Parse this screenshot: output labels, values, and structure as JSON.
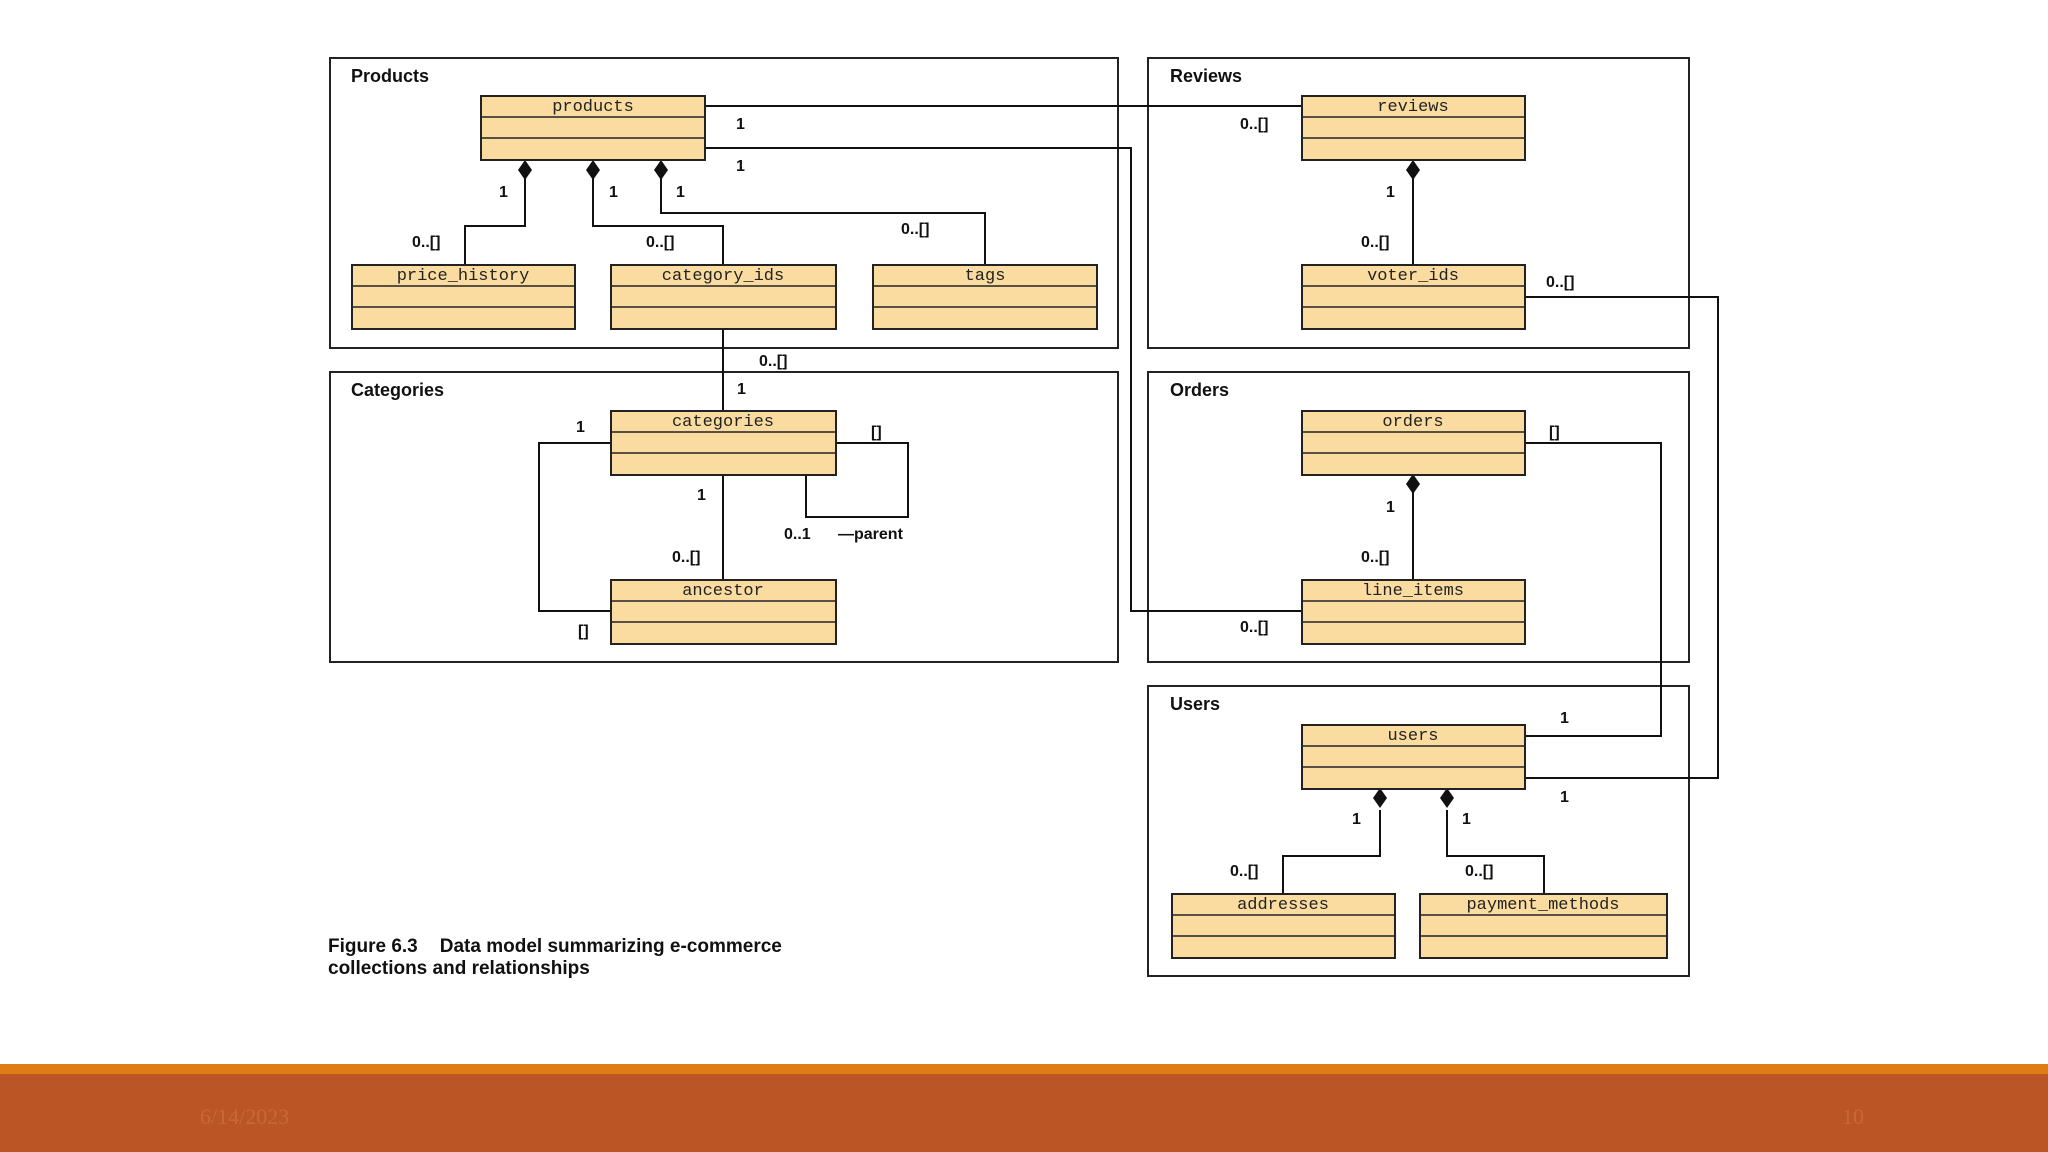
{
  "packages": {
    "products": "Products",
    "reviews": "Reviews",
    "categories": "Categories",
    "orders": "Orders",
    "users": "Users"
  },
  "classes": {
    "products": "products",
    "price_history": "price_history",
    "category_ids": "category_ids",
    "tags": "tags",
    "reviews": "reviews",
    "voter_ids": "voter_ids",
    "categories": "categories",
    "ancestor": "ancestor",
    "orders": "orders",
    "line_items": "line_items",
    "users": "users",
    "addresses": "addresses",
    "payment_methods": "payment_methods"
  },
  "multiplicities": {
    "products_reviews_one": "1",
    "products_reviews_many": "0..[]",
    "products_lineitems_one": "1",
    "products_lineitems_many": "0..[]",
    "products_pricehistory_one": "1",
    "products_pricehistory_many": "0..[]",
    "products_categoryids_one": "1",
    "products_categoryids_many": "0..[]",
    "products_tags_one": "1",
    "products_tags_many": "0..[]",
    "reviews_voterids_one": "1",
    "reviews_voterids_many": "0..[]",
    "voterids_users_many": "0..[]",
    "voterids_users_one": "1",
    "categoryids_categories_many": "0..[]",
    "categoryids_categories_one": "1",
    "categories_ancestor_one": "1",
    "categories_ancestor_many": "0..[]",
    "categories_self_many": "[]",
    "categories_self_parent": "0..1",
    "parent_role": "—parent",
    "categories_ancestor_loop_one": "1",
    "categories_ancestor_loop_many": "[]",
    "orders_lineitems_one": "1",
    "orders_lineitems_many": "0..[]",
    "orders_users_many": "[]",
    "orders_users_one": "1",
    "users_addresses_one": "1",
    "users_addresses_many": "0..[]",
    "users_payment_one": "1",
    "users_payment_many": "0..[]"
  },
  "caption": {
    "figure_number": "Figure 6.3",
    "line1": "Data model summarizing e-commerce",
    "line2": "collections and relationships"
  },
  "footer": {
    "date": "6/14/2023",
    "page": "10"
  },
  "colors": {
    "class_fill": "#fbdca0",
    "footer_bar": "#bb5525",
    "footer_rule": "#e07c16"
  }
}
